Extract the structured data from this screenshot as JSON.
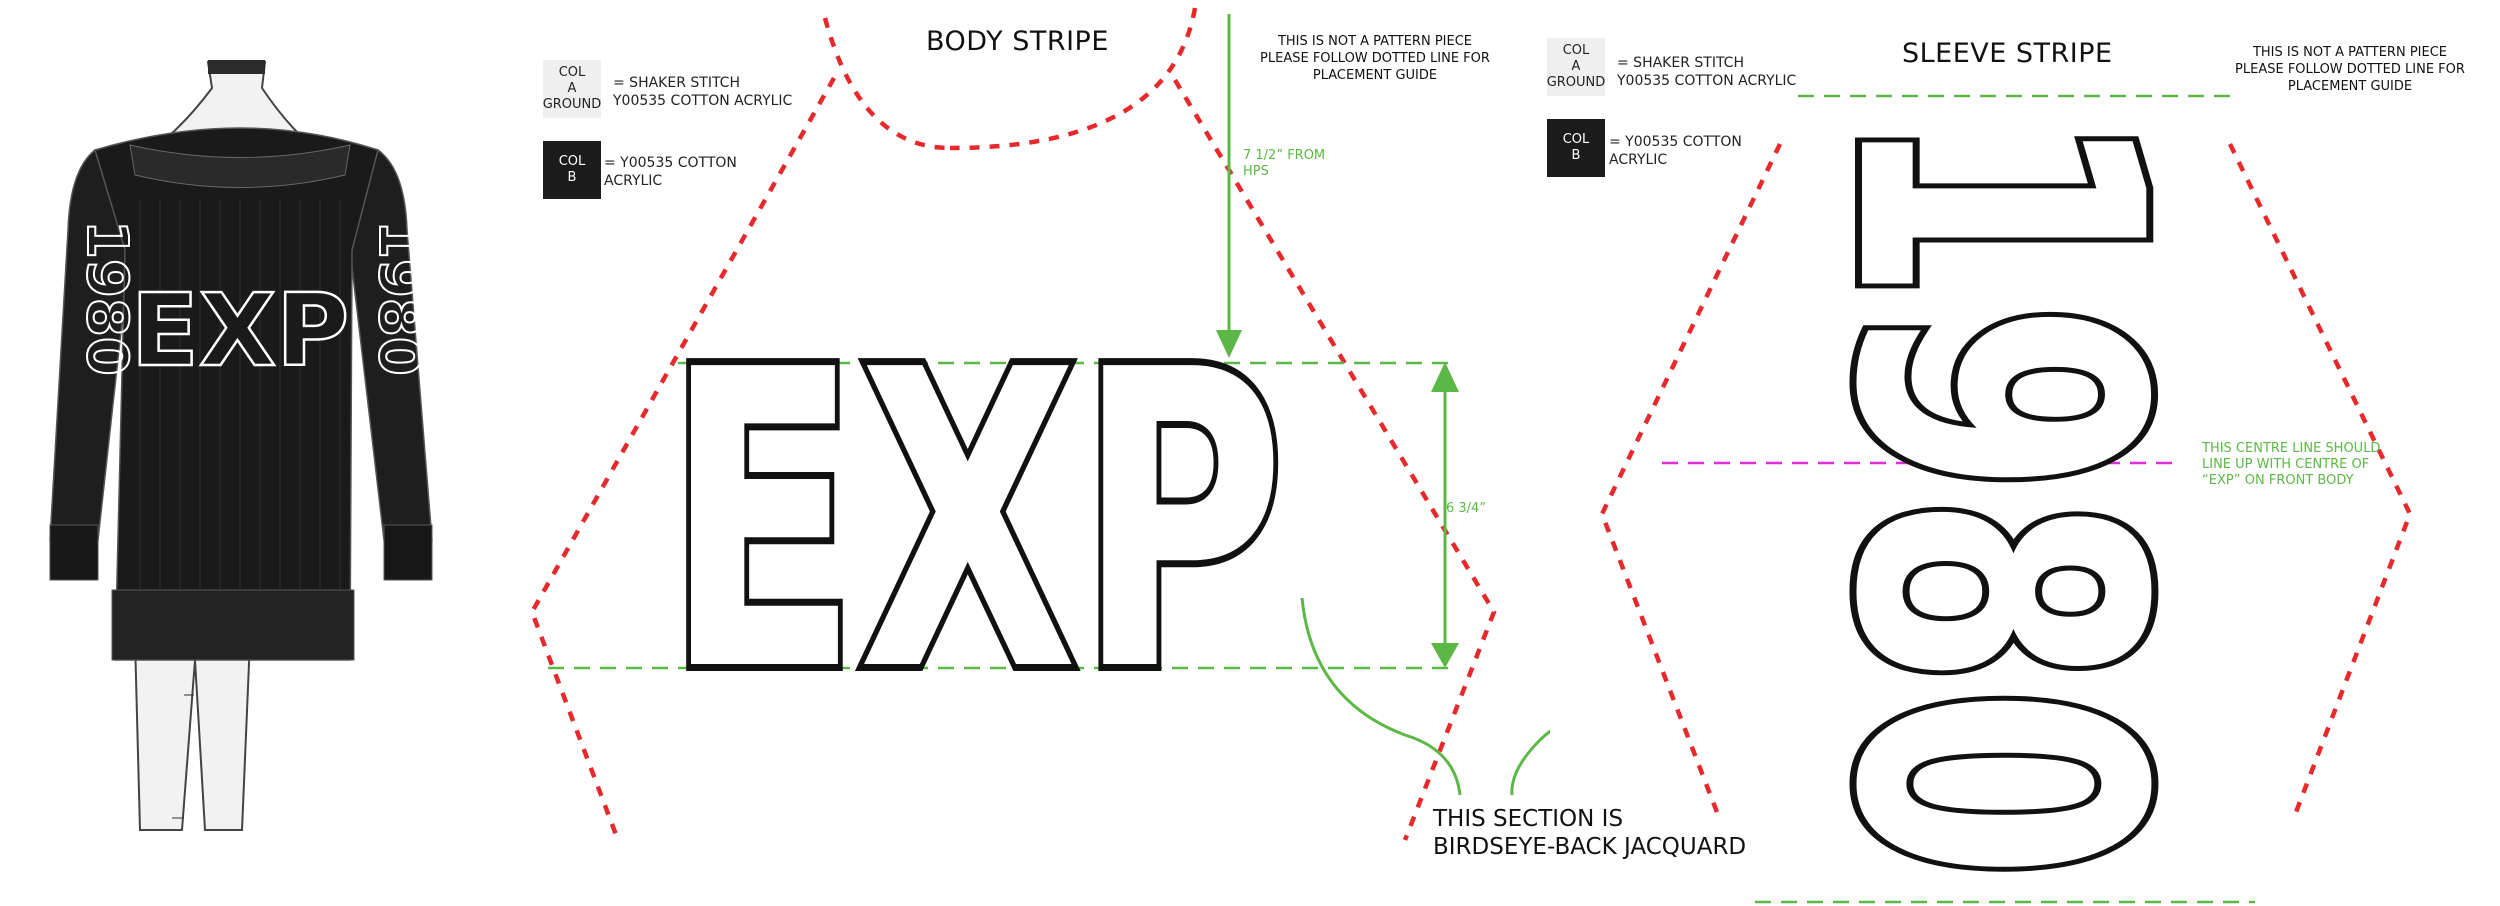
{
  "colors": {
    "red_dash": "#e8292b",
    "green": "#5cb846",
    "magenta": "#e02fd8",
    "swatch_dark": "#1c1c1c",
    "swatch_light": "#efefef"
  },
  "body": {
    "title": "BODY STRIPE",
    "note": [
      "THIS IS NOT A PATTERN PIECE",
      "PLEASE FOLLOW DOTTED LINE FOR",
      "PLACEMENT GUIDE"
    ],
    "swatch_a": [
      "COL",
      "A",
      "GROUND"
    ],
    "legend_a": [
      "= SHAKER STITCH",
      "Y00535 COTTON ACRYLIC"
    ],
    "swatch_b": [
      "COL",
      "B"
    ],
    "legend_b": [
      "= Y00535 COTTON",
      "ACRYLIC"
    ],
    "hps_label": [
      "7 1/2” FROM",
      "HPS"
    ],
    "height_label": "6 3/4”",
    "logo": "EXP"
  },
  "sleeve": {
    "title": "SLEEVE STRIPE",
    "note": [
      "THIS IS NOT A PATTERN PIECE",
      "PLEASE FOLLOW DOTTED LINE FOR",
      "PLACEMENT GUIDE"
    ],
    "swatch_a": [
      "COL",
      "A",
      "GROUND"
    ],
    "legend_a": [
      "= SHAKER STITCH",
      "Y00535 COTTON ACRYLIC"
    ],
    "swatch_b": [
      "COL",
      "B"
    ],
    "legend_b": [
      "= Y00535 COTTON",
      "ACRYLIC"
    ],
    "centre_note": [
      "THIS CENTRE LINE SHOULD",
      "LINE UP WITH CENTRE OF",
      "“EXP” ON FRONT BODY"
    ],
    "number": "1980"
  },
  "jacquard_note": [
    "THIS SECTION IS",
    "BIRDSEYE-BACK JACQUARD"
  ],
  "sketch": {
    "front_logo": "EXP",
    "sleeve_number": "1980",
    "icon": "sweater-sketch-icon"
  }
}
